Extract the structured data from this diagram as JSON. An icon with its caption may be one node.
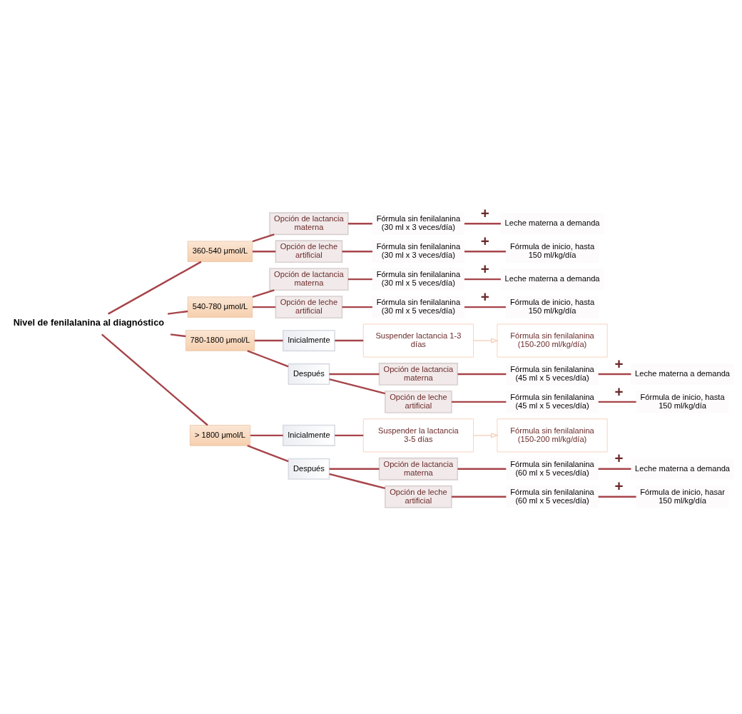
{
  "diagram": {
    "nodes": [
      {
        "text": [
          "Nivel de fenilalanina al diagnóstico"
        ]
      },
      {
        "text": [
          "360-540 μmol/L"
        ]
      },
      {
        "text": [
          "Opción de lactancia materna"
        ]
      },
      {
        "text": [
          "Fórmula sin fenilalanina (30 ml x 3 veces/día)"
        ]
      },
      {
        "text": [
          "Leche materna a demanda"
        ]
      },
      {
        "text": [
          "Opción de leche artificial"
        ]
      },
      {
        "text": [
          "Fórmula sin fenilalanina (30 ml x 3 veces/día)"
        ]
      },
      {
        "text": [
          "Fórmula de inicio, hasta 150 ml/kg/día"
        ]
      },
      {
        "text": [
          "540-780 μmol/L"
        ]
      },
      {
        "text": [
          "Opción de lactancia materna"
        ]
      },
      {
        "text": [
          "Fórmula sin fenilalanina (30 ml x 5 veces/día)"
        ]
      },
      {
        "text": [
          "Leche materna a demanda"
        ]
      },
      {
        "text": [
          "Opción de leche artificial"
        ]
      },
      {
        "text": [
          "Fórmula sin fenilalanina (30 ml x 5 veces/día)"
        ]
      },
      {
        "text": [
          "Fórmula de inicio, hasta 150 ml/kg/día"
        ]
      },
      {
        "text": [
          "780-1800 μmol/L"
        ]
      },
      {
        "text": [
          "Inicialmente"
        ]
      },
      {
        "text": [
          "Suspender lactancia 1-3 días"
        ]
      },
      {
        "text": [
          "Fórmula sin fenilalanina (150-200 ml/kg/día)"
        ]
      },
      {
        "text": [
          "Después"
        ]
      },
      {
        "text": [
          "Opción de lactancia materna"
        ]
      },
      {
        "text": [
          "Fórmula sin fenilalanina (45 ml x 5 veces/día)"
        ]
      },
      {
        "text": [
          "Leche materna a demanda"
        ]
      },
      {
        "text": [
          "Opción de leche artificial"
        ]
      },
      {
        "text": [
          "Fórmula sin fenilalanina (45 ml x 5 veces/día)"
        ]
      },
      {
        "text": [
          "Fórmula de inicio, hasta 150 ml/kg/día"
        ]
      },
      {
        "text": [
          "> 1800 μmol/L"
        ]
      },
      {
        "text": [
          "Inicialmente"
        ]
      },
      {
        "text": [
          "Suspender la lactancia 3-5 días"
        ]
      },
      {
        "text": [
          "Fórmula sin fenilalanina (150-200 ml/kg/día)"
        ]
      },
      {
        "text": [
          "Después"
        ]
      },
      {
        "text": [
          "Opción de lactancia materna"
        ]
      },
      {
        "text": [
          "Fórmula sin fenilalanina (60 ml x 5 veces/día)"
        ]
      },
      {
        "text": [
          "Leche materna a demanda"
        ]
      },
      {
        "text": [
          "Opción de leche artificial"
        ]
      },
      {
        "text": [
          "Fórmula sin fenilalanina (60 ml x 5 veces/día)"
        ]
      },
      {
        "text": [
          "Fórmula de inicio, hasar 150 ml/kg/día"
        ]
      }
    ],
    "edges": [
      {
        "from": 0,
        "to": 1,
        "arrow": "none"
      },
      {
        "from": 1,
        "to": 2,
        "arrow": "none"
      },
      {
        "from": 2,
        "to": 3,
        "arrow": "none"
      },
      {
        "from": 3,
        "to": 4,
        "arrow": "none",
        "label": "+"
      },
      {
        "from": 1,
        "to": 5,
        "arrow": "none"
      },
      {
        "from": 5,
        "to": 6,
        "arrow": "none"
      },
      {
        "from": 6,
        "to": 7,
        "arrow": "none",
        "label": "+"
      },
      {
        "from": 0,
        "to": 8,
        "arrow": "none"
      },
      {
        "from": 8,
        "to": 9,
        "arrow": "none"
      },
      {
        "from": 9,
        "to": 10,
        "arrow": "none"
      },
      {
        "from": 10,
        "to": 11,
        "arrow": "none",
        "label": "+"
      },
      {
        "from": 8,
        "to": 12,
        "arrow": "none"
      },
      {
        "from": 12,
        "to": 13,
        "arrow": "none"
      },
      {
        "from": 13,
        "to": 14,
        "arrow": "none",
        "label": "+"
      },
      {
        "from": 0,
        "to": 15,
        "arrow": "none"
      },
      {
        "from": 15,
        "to": 16,
        "arrow": "none"
      },
      {
        "from": 16,
        "to": 17,
        "arrow": "none"
      },
      {
        "from": 17,
        "to": 18,
        "arrow": "to",
        "color": "#f6c8b0"
      },
      {
        "from": 15,
        "to": 19,
        "arrow": "none"
      },
      {
        "from": 19,
        "to": 20,
        "arrow": "none"
      },
      {
        "from": 20,
        "to": 21,
        "arrow": "none"
      },
      {
        "from": 21,
        "to": 22,
        "arrow": "none",
        "label": "+"
      },
      {
        "from": 19,
        "to": 23,
        "arrow": "none"
      },
      {
        "from": 23,
        "to": 24,
        "arrow": "none"
      },
      {
        "from": 24,
        "to": 25,
        "arrow": "none",
        "label": "+"
      },
      {
        "from": 0,
        "to": 26,
        "arrow": "none"
      },
      {
        "from": 26,
        "to": 27,
        "arrow": "none"
      },
      {
        "from": 27,
        "to": 28,
        "arrow": "none"
      },
      {
        "from": 28,
        "to": 29,
        "arrow": "to",
        "color": "#f6c8b0"
      },
      {
        "from": 26,
        "to": 30,
        "arrow": "none"
      },
      {
        "from": 30,
        "to": 31,
        "arrow": "none"
      },
      {
        "from": 31,
        "to": 32,
        "arrow": "none"
      },
      {
        "from": 32,
        "to": 33,
        "arrow": "none",
        "label": "+"
      },
      {
        "from": 30,
        "to": 34,
        "arrow": "none"
      },
      {
        "from": 34,
        "to": 35,
        "arrow": "none"
      },
      {
        "from": 35,
        "to": 36,
        "arrow": "none",
        "label": "+"
      }
    ]
  }
}
